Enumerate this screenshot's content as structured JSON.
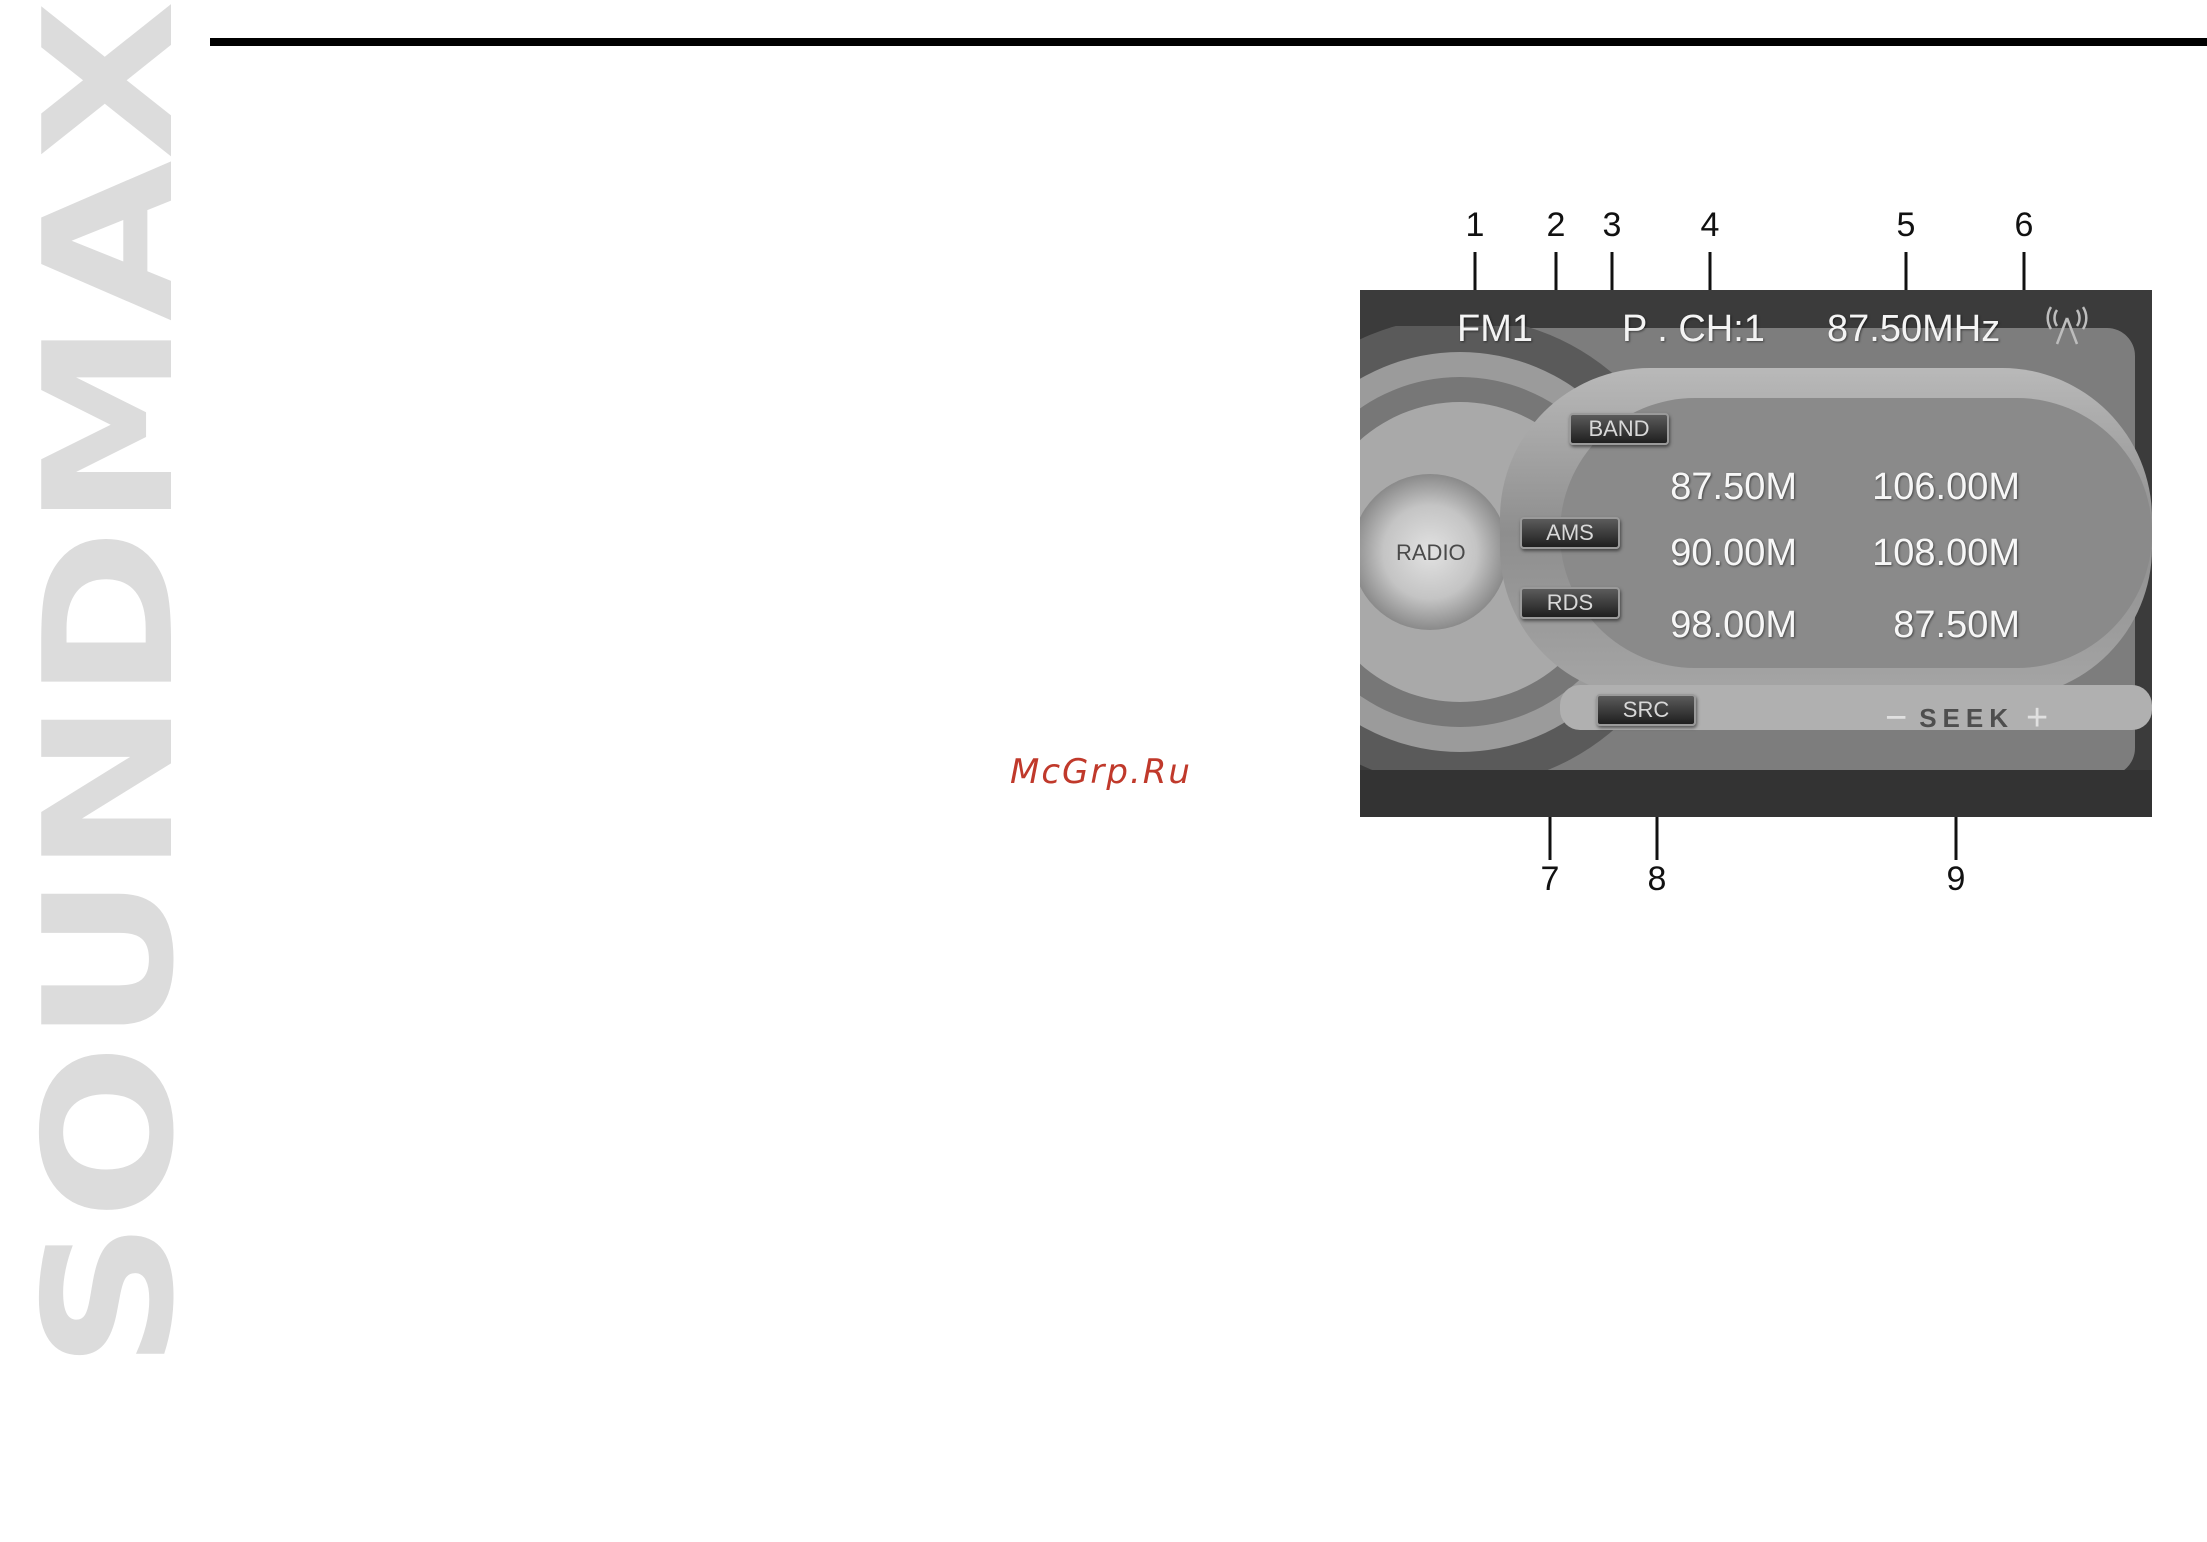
{
  "brand": {
    "vertical_logo": "SOUNDMAX",
    "color": "#dcdcdc"
  },
  "watermark": "McGrp.Ru",
  "figure": {
    "callouts": [
      "1",
      "2",
      "3",
      "4",
      "5",
      "6",
      "7",
      "8",
      "9"
    ],
    "screen": {
      "band": "FM1",
      "preset_channel": "P . CH:1",
      "frequency": "87.50MHz",
      "antenna_icon": "antenna-signal-icon",
      "side_label": "RADIO",
      "buttons": {
        "band": "BAND",
        "ams": "AMS",
        "rds": "RDS",
        "src": "SRC"
      },
      "presets": [
        [
          "87.50M",
          "106.00M"
        ],
        [
          "90.00M",
          "108.00M"
        ],
        [
          "98.00M",
          "87.50M"
        ]
      ],
      "seek": {
        "minus": "−",
        "label": "SEEK",
        "plus": "+"
      }
    }
  }
}
